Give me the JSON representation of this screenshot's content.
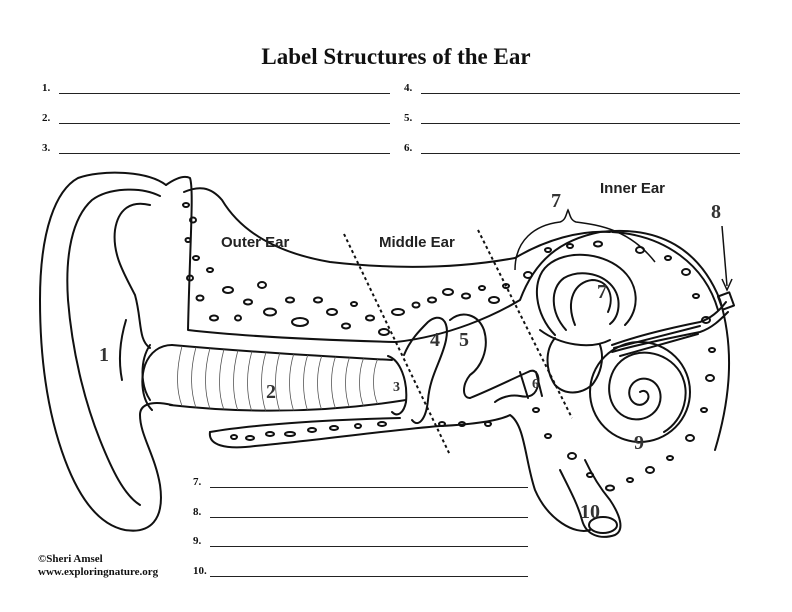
{
  "title": "Label Structures of the Ear",
  "blanks_top": [
    {
      "num": "1."
    },
    {
      "num": "2."
    },
    {
      "num": "3."
    },
    {
      "num": "4."
    },
    {
      "num": "5."
    },
    {
      "num": "6."
    }
  ],
  "blanks_bottom": [
    {
      "num": "7."
    },
    {
      "num": "8."
    },
    {
      "num": "9."
    },
    {
      "num": "10."
    }
  ],
  "regions": {
    "outer": "Outer Ear",
    "middle": "Middle Ear",
    "inner": "Inner Ear"
  },
  "part_numbers": [
    "1",
    "2",
    "3",
    "4",
    "5",
    "6",
    "7",
    "7",
    "8",
    "9",
    "10"
  ],
  "credit": {
    "author": "©Sheri Amsel",
    "website": "www.exploringnature.org"
  }
}
